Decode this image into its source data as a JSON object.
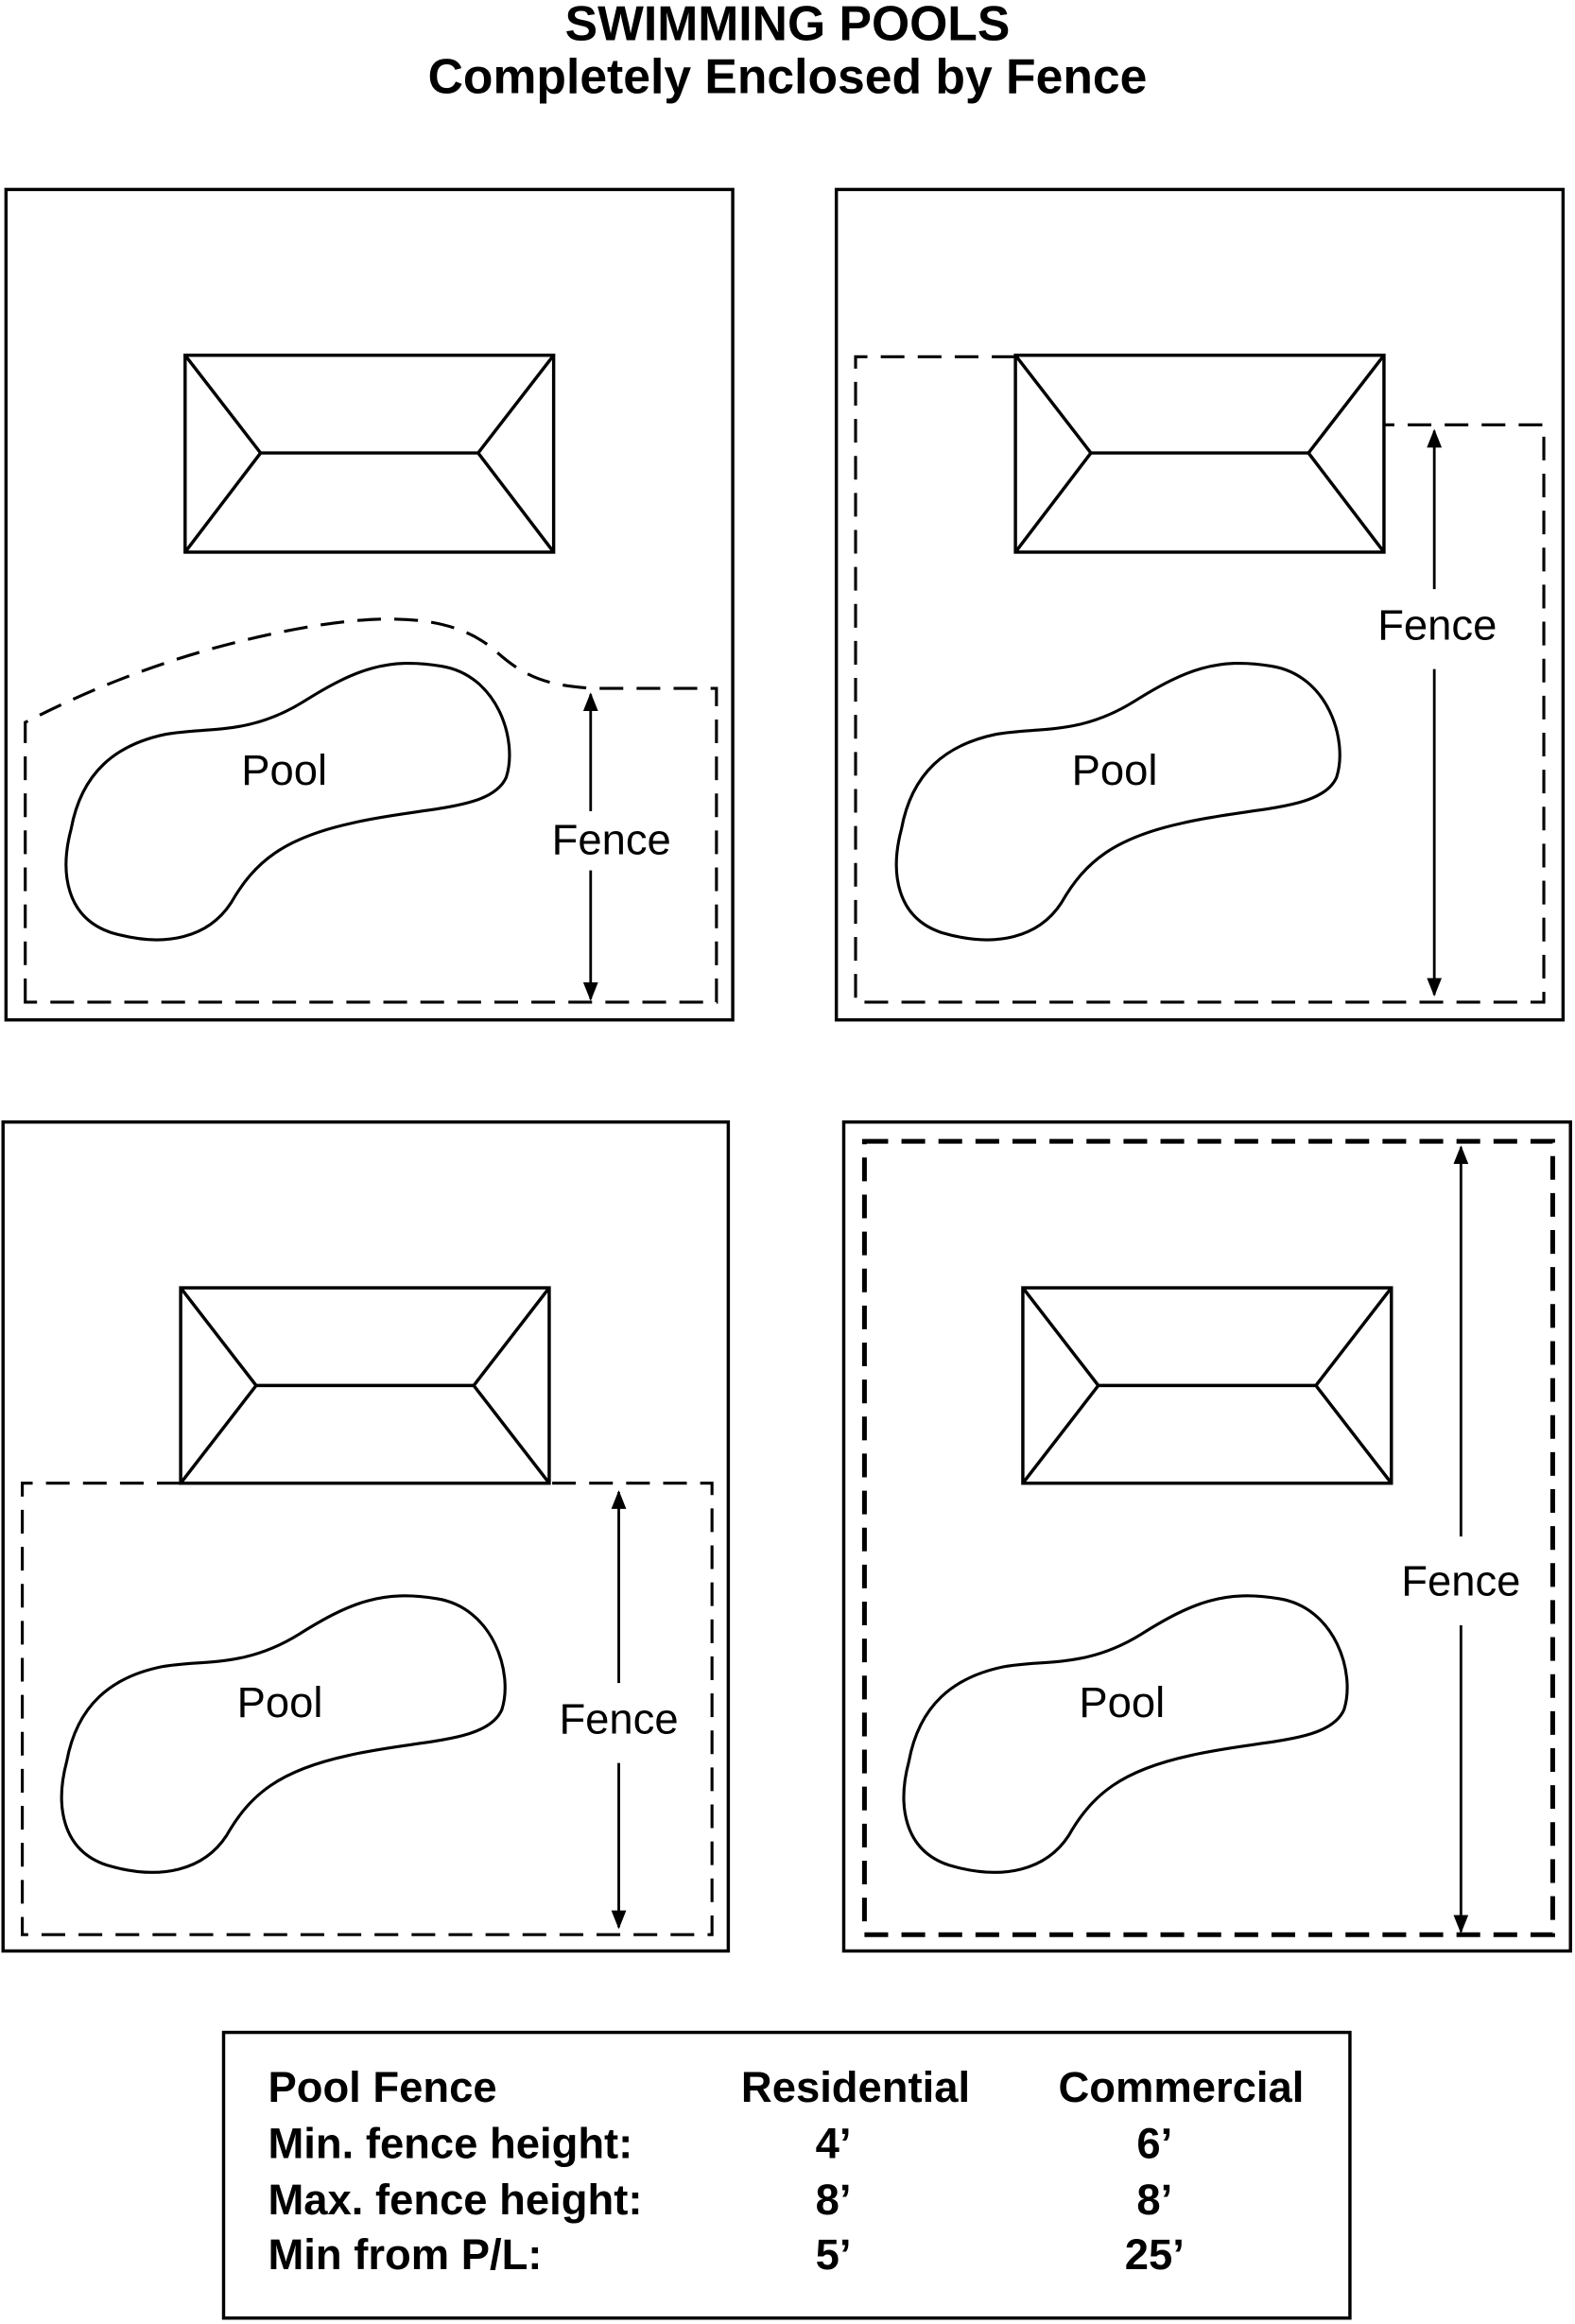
{
  "title": {
    "line1": "SWIMMING POOLS",
    "line2": "Completely Enclosed by Fence"
  },
  "panels": [
    {
      "pool_label": "Pool",
      "fence_label": "Fence"
    },
    {
      "pool_label": "Pool",
      "fence_label": "Fence"
    },
    {
      "pool_label": "Pool",
      "fence_label": "Fence"
    },
    {
      "pool_label": "Pool",
      "fence_label": "Fence"
    }
  ],
  "table": {
    "headers": [
      "Pool Fence",
      "Residential",
      "Commercial"
    ],
    "rows": [
      [
        "Min. fence height:",
        "4’",
        "6’"
      ],
      [
        "Max. fence height:",
        "8’",
        "8’"
      ],
      [
        "Min from P/L:",
        "5’",
        "25’"
      ]
    ]
  }
}
